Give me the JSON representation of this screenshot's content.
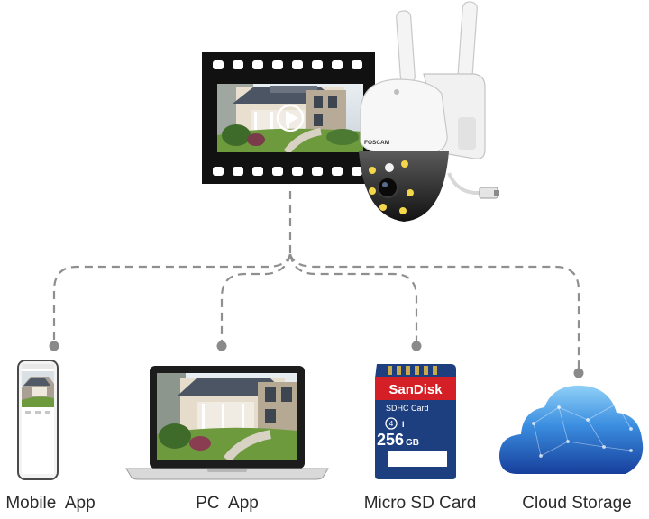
{
  "camera": {
    "brand": "FOSCAM"
  },
  "sd_card": {
    "brand": "SanDisk",
    "type": "SDHC Card",
    "class_mark": "4",
    "uhs_mark": "I",
    "capacity": "256",
    "unit": "GB"
  },
  "destinations": [
    {
      "id": "mobile",
      "label": "Mobile  App"
    },
    {
      "id": "pc",
      "label": "PC  App"
    },
    {
      "id": "sd",
      "label": "Micro SD Card"
    },
    {
      "id": "cloud",
      "label": "Cloud Storage"
    }
  ],
  "colors": {
    "connector": "#8f8f8f",
    "sandisk_red": "#d51f26",
    "sd_blue": "#1d3f7f",
    "cloud_blue": "#2f7fd8",
    "film_black": "#111111"
  }
}
